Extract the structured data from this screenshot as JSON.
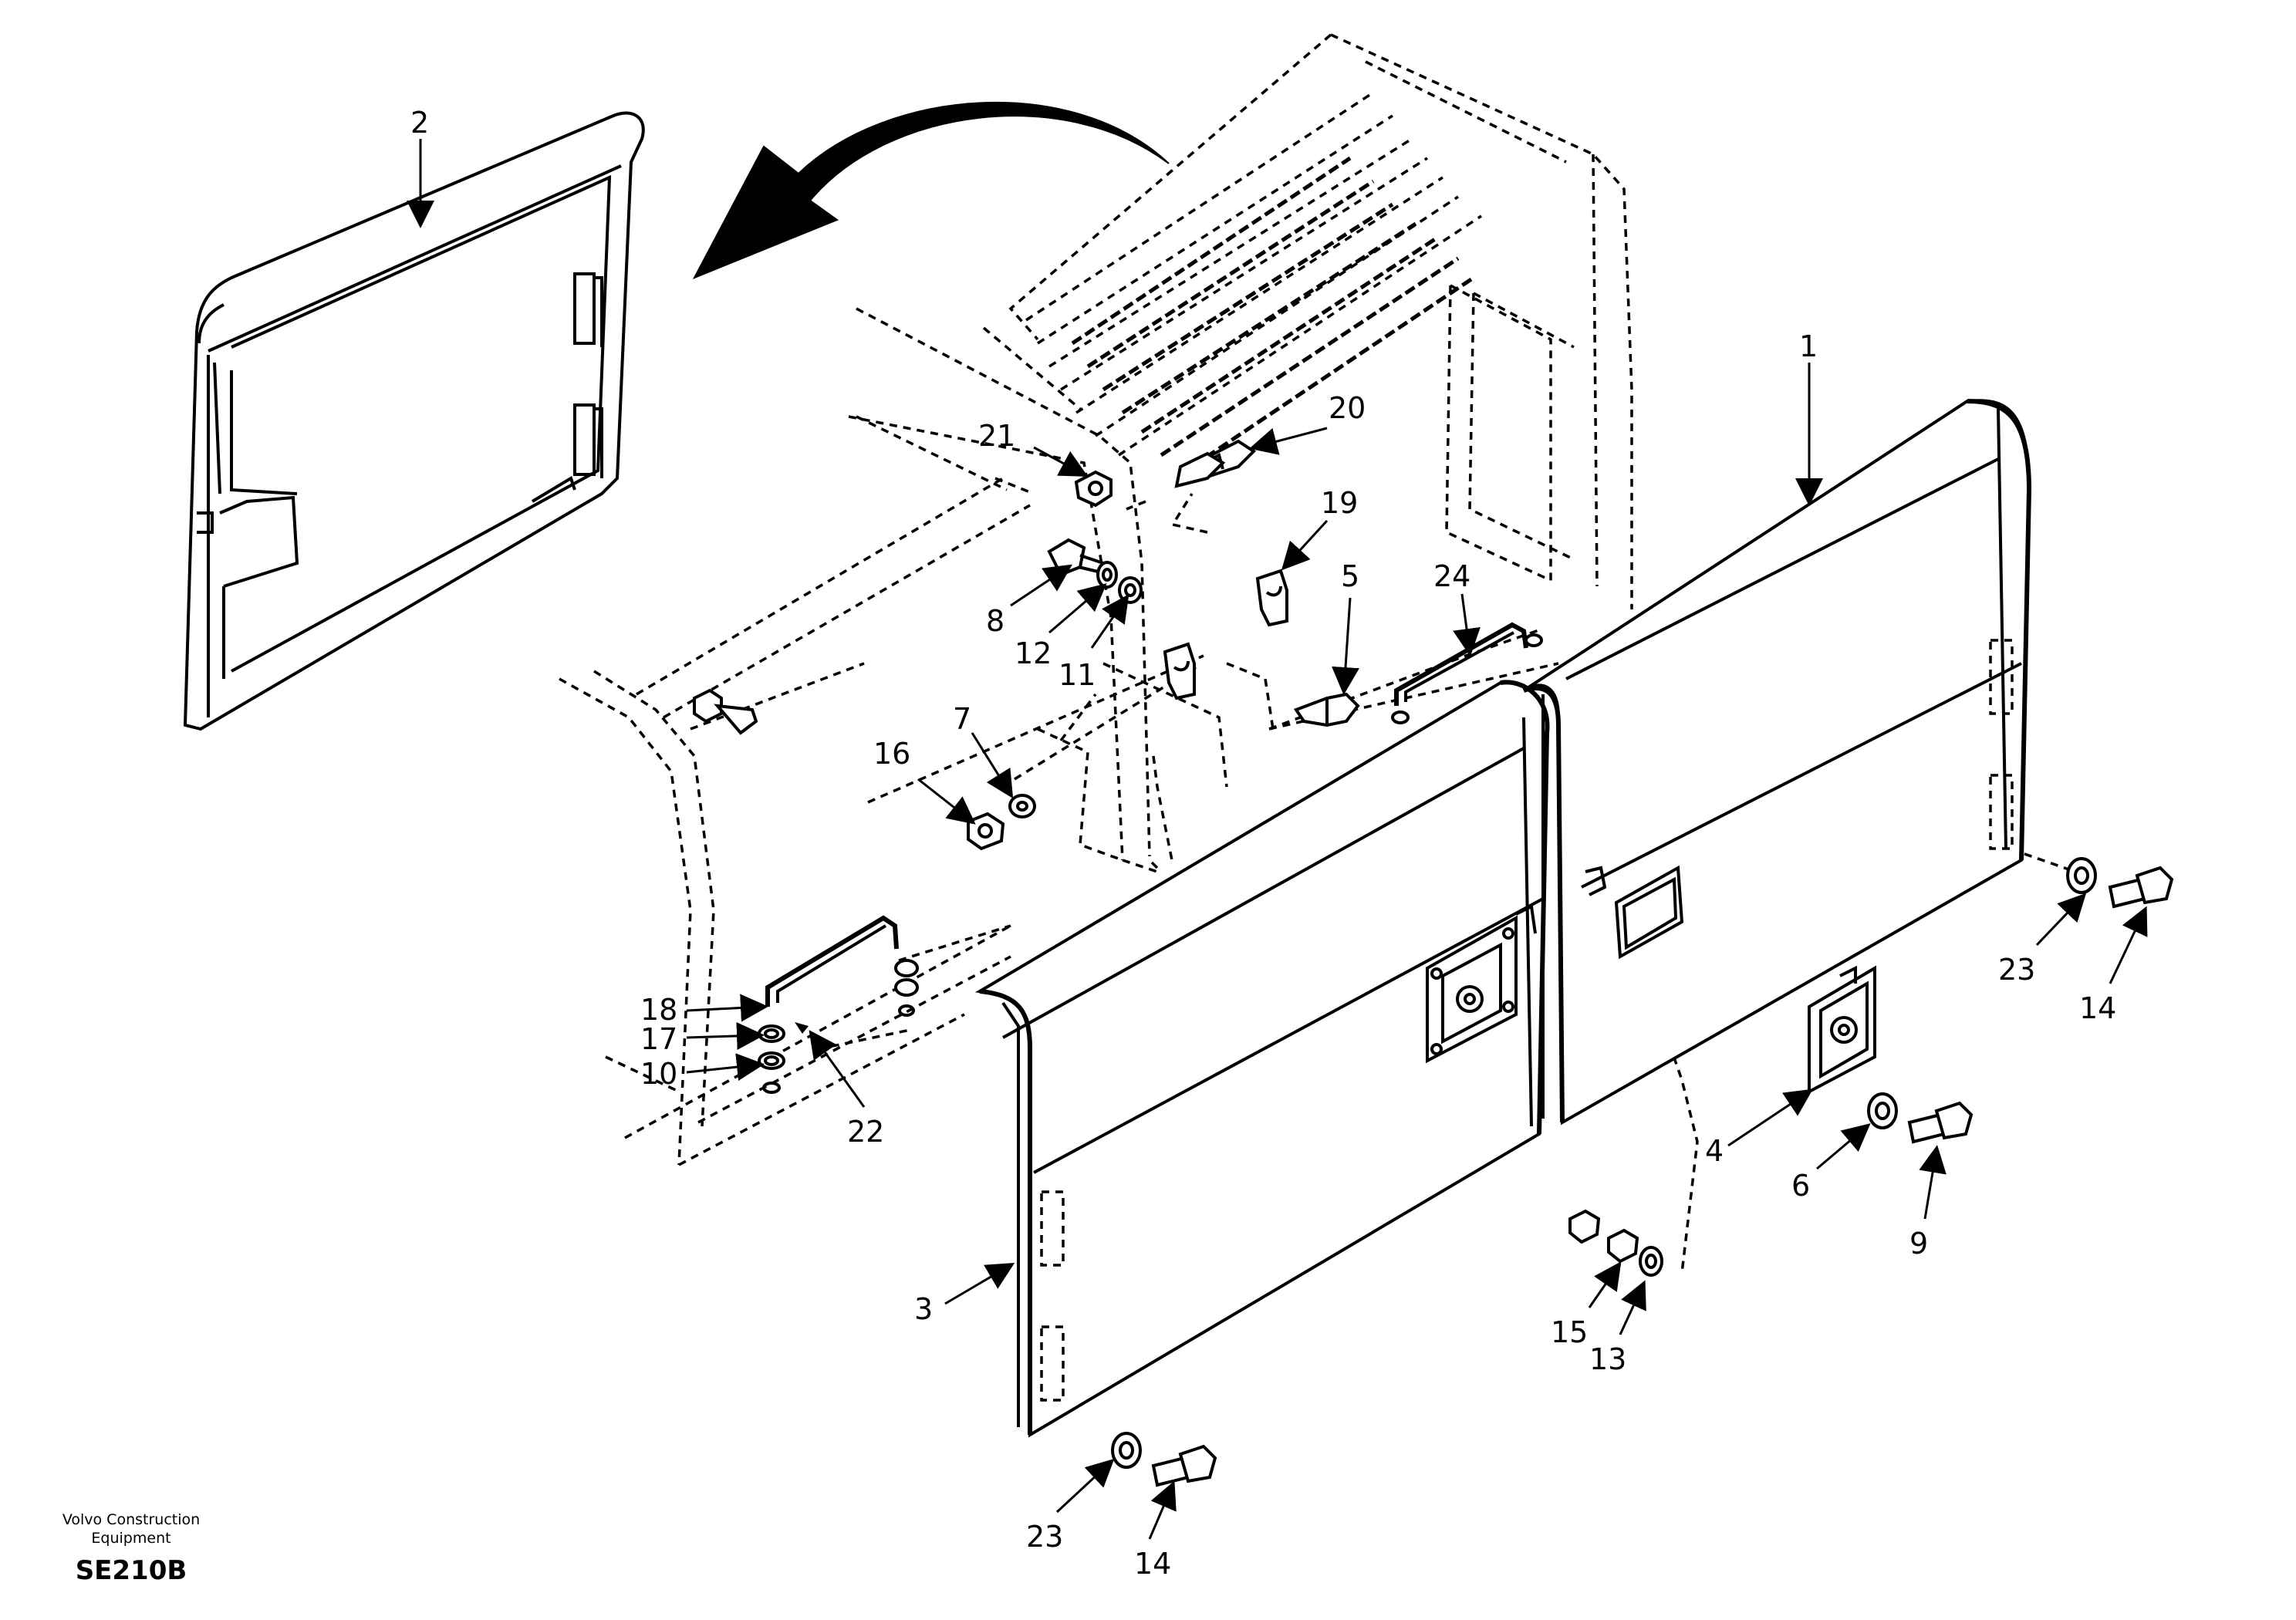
{
  "diagram": {
    "callouts": [
      "1",
      "2",
      "3",
      "4",
      "5",
      "6",
      "7",
      "8",
      "9",
      "10",
      "11",
      "12",
      "13",
      "14",
      "15",
      "16",
      "17",
      "18",
      "19",
      "20",
      "21",
      "22",
      "23",
      "24"
    ],
    "labels": {
      "c1": "1",
      "c2": "2",
      "c3": "3",
      "c4": "4",
      "c5": "5",
      "c6": "6",
      "c7": "7",
      "c8": "8",
      "c9": "9",
      "c10": "10",
      "c11": "11",
      "c12": "12",
      "c13": "13",
      "c14a": "14",
      "c14b": "14",
      "c15": "15",
      "c16": "16",
      "c17": "17",
      "c18": "18",
      "c19": "19",
      "c20": "20",
      "c21": "21",
      "c22": "22",
      "c23a": "23",
      "c23b": "23",
      "c24": "24"
    }
  },
  "footer": {
    "brand": "Volvo Construction Equipment",
    "code": "SE210B"
  }
}
